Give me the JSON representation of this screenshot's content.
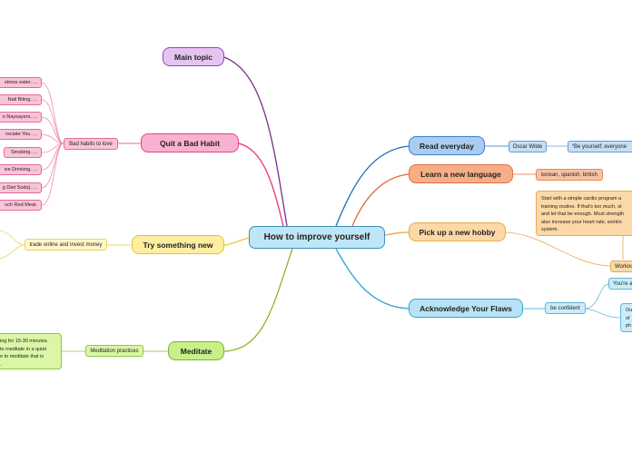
{
  "central": "How to improve yourself",
  "branches": {
    "main_topic": "Main topic",
    "quit_habit": "Quit a Bad Habit",
    "try_new": "Try something new",
    "meditate": "Meditate",
    "read": "Read everyday",
    "language": "Learn a new language",
    "hobby": "Pick up a new hobby",
    "flaws": "Acknowledge Your Flaws"
  },
  "subs": {
    "bad_habits": "Bad habits to love",
    "trade": "trade online and invest money",
    "meditation_practices": "Meditation practices",
    "oscar": "Oscar Wilde",
    "quote": "“Be yourself; everyone",
    "languages": "korean, spanish, british",
    "workout": "Workou",
    "confident": "be confident",
    "youre": "You're a",
    "ou": "Ou",
    "of": "of",
    "ph": "ph"
  },
  "habits": [
    "stress eater. ...",
    "Nail Biting. ...",
    "n Naysayers. ...",
    "reciate You. ...",
    "Smoking. ...",
    "ive Drinking. ...",
    "g Diet Soda). ...",
    "uch Red Meat."
  ],
  "notes": {
    "meditation": "ing for 15-30 minutes.\nto meditate in a quiet\ne to meditate that is\n.",
    "hobby": "Start with a simple cardio program a\ntraining routine. If that's too much, st\nand let that be enough. Most strength\nalso increase your heart rate, workin\nsystem."
  },
  "colors": {
    "purple": "#7b2c8a",
    "pink": "#e8317a",
    "yellow": "#e5c93a",
    "green": "#8ab52c",
    "blue": "#1f6fba",
    "orange": "#e2683a",
    "peach": "#e8a743",
    "cyan": "#2fa4d3"
  }
}
